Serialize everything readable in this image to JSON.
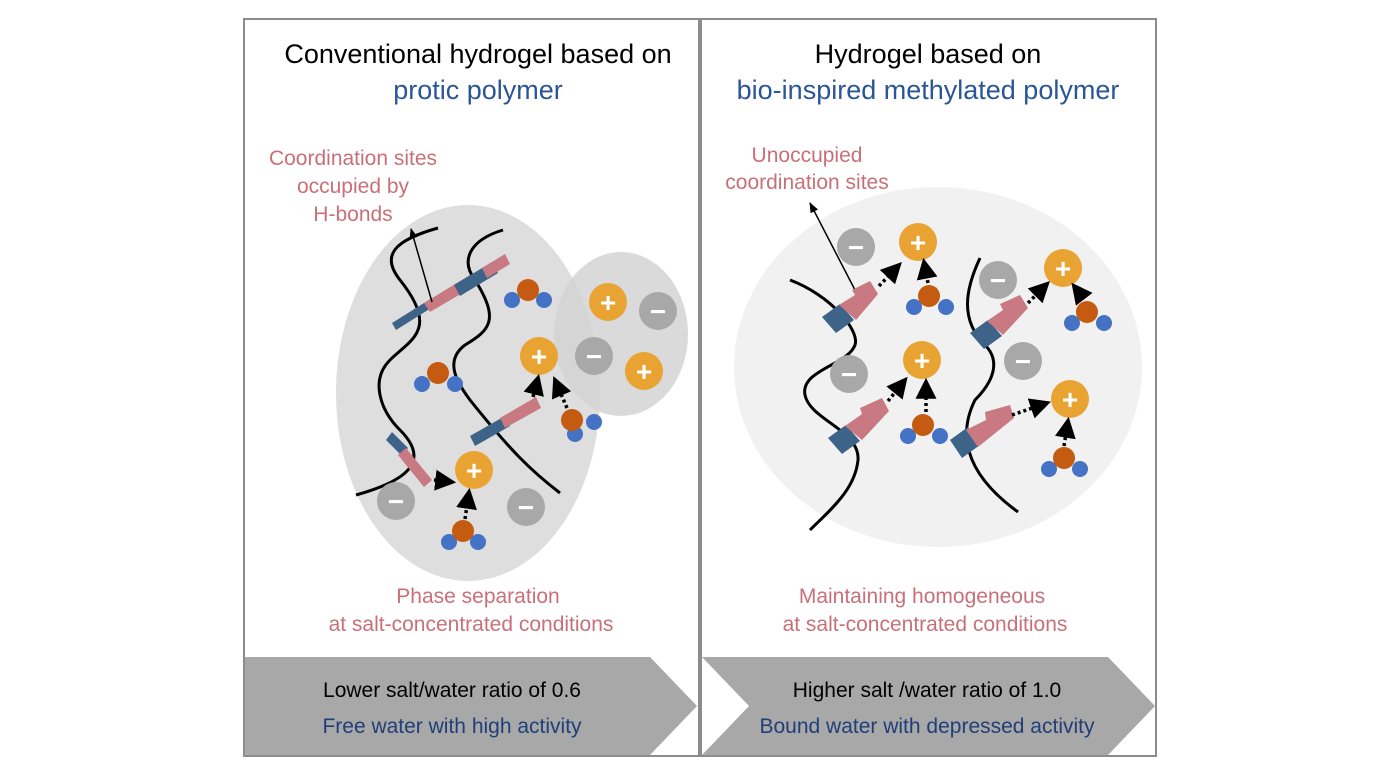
{
  "colors": {
    "frame": "#8c8c8c",
    "gel_fill": "#dedede",
    "gel_fill_light": "#f1f1f1",
    "cation": "#e9a332",
    "anion": "#a8a8a8",
    "oxygen": "#c55a11",
    "hydrogen": "#4472c4",
    "polymer_blue": "#3e6389",
    "polymer_pink": "#c87982",
    "pink_text": "#c8707a",
    "title_blue": "#2a5698",
    "arrow_bar": "#a8a8a8"
  },
  "left_panel": {
    "title_line1": "Conventional hydrogel based on",
    "title_line2": "protic polymer",
    "callout_line1": "Coordination sites",
    "callout_line2": "occupied by",
    "callout_line3": "H-bonds",
    "caption_line1": "Phase separation",
    "caption_line2": "at salt-concentrated conditions",
    "arrow_line1": "Lower salt/water ratio of 0.6",
    "arrow_line2": "Free water with high activity",
    "ion_symbols": {
      "cation": "+",
      "anion": "−"
    }
  },
  "right_panel": {
    "title_line1": "Hydrogel based on",
    "title_line2": "bio-inspired methylated polymer",
    "callout_line1": "Unoccupied",
    "callout_line2": "coordination sites",
    "caption_line1": "Maintaining homogeneous",
    "caption_line2": "at salt-concentrated conditions",
    "arrow_line1": "Higher salt /water ratio of 1.0",
    "arrow_line2": "Bound water with depressed activity",
    "ion_symbols": {
      "cation": "+",
      "anion": "−"
    }
  }
}
